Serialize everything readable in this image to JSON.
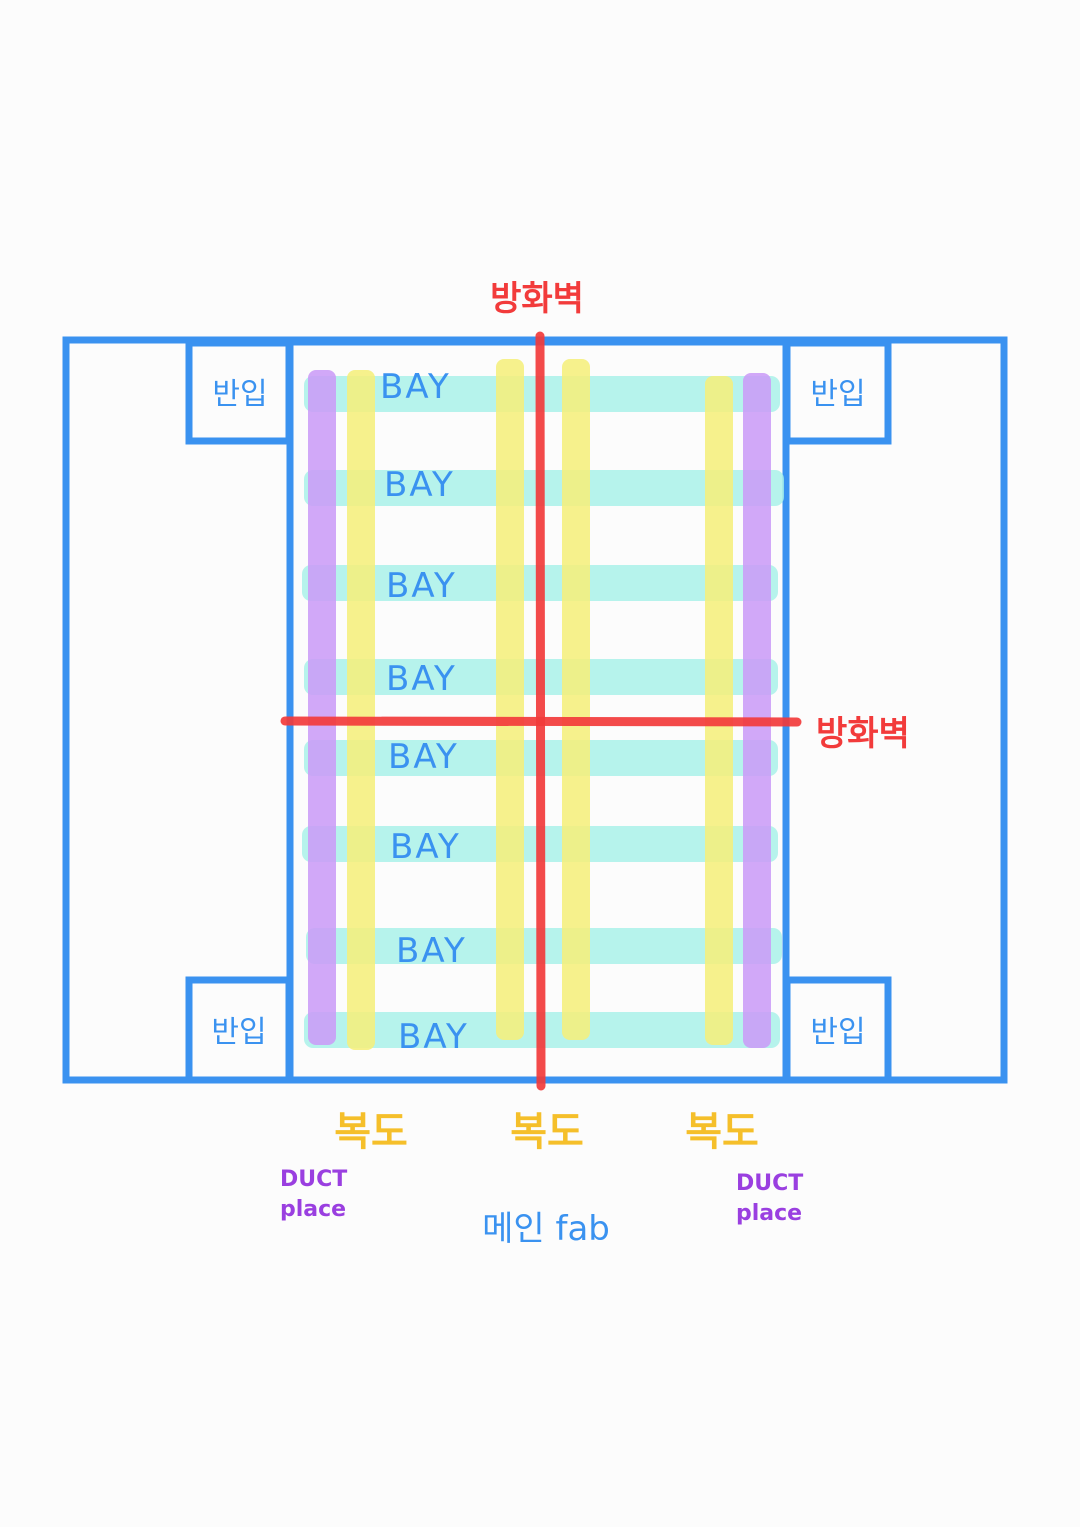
{
  "colors": {
    "outline": "#3a92f0",
    "fire_wall": "#f23b3b",
    "corridor": "#f5ef7c",
    "duct": "#cb9cf7",
    "bay": "#a6f0e8",
    "room_text": "#3a92f0",
    "bay_text": "#3a92f0",
    "corridor_text": "#f5bf2a",
    "duct_text": "#9a3fe0",
    "main_text": "#3a92f0"
  },
  "labels": {
    "fire_wall_top": "방화벽",
    "fire_wall_right": "방화벽",
    "room_top_left": "반입",
    "room_top_right": "반입",
    "room_bottom_left": "반입",
    "room_bottom_right": "반입",
    "bays": [
      "BAY",
      "BAY",
      "BAY",
      "BAY",
      "BAY",
      "BAY",
      "BAY",
      "BAY"
    ],
    "corridors": [
      "복도",
      "복도",
      "복도"
    ],
    "duct_left": [
      "DUCT",
      "place"
    ],
    "duct_right": [
      "DUCT",
      "place"
    ],
    "main_fab": "메인 fab"
  }
}
